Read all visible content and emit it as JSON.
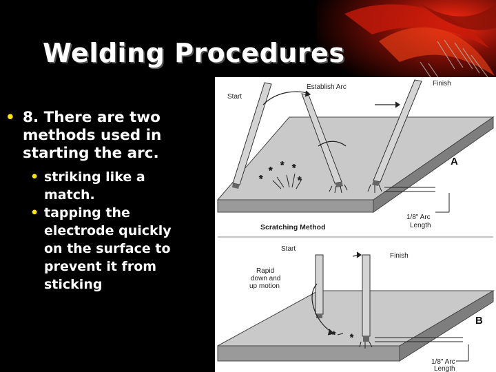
{
  "title": "Welding Procedures",
  "bullet": {
    "text": "8. There are two methods used in starting the arc.",
    "line1": "8. There are two",
    "line2": "methods used in",
    "line3": "starting the arc."
  },
  "subbullets": [
    {
      "line1": "striking like a",
      "line2": "match."
    },
    {
      "line1": "tapping the",
      "line2": "electrode quickly",
      "line3": "on the surface to",
      "line4": "prevent it from",
      "line5": "sticking"
    }
  ],
  "diagram": {
    "a": {
      "start": "Start",
      "establish": "Establish Arc",
      "finish": "Finish",
      "label": "A",
      "arc_len_1": "1/8\" Arc",
      "arc_len_2": "Length",
      "caption": "Scratching Method"
    },
    "b": {
      "start": "Start",
      "finish": "Finish",
      "rapid_1": "Rapid",
      "rapid_2": "down and",
      "rapid_3": "up motion",
      "label": "B",
      "arc_len_1": "1/8\" Arc",
      "arc_len_2": "Length"
    }
  },
  "colors": {
    "background": "#000000",
    "text": "#ffffff",
    "bullet": "#ffe600"
  }
}
